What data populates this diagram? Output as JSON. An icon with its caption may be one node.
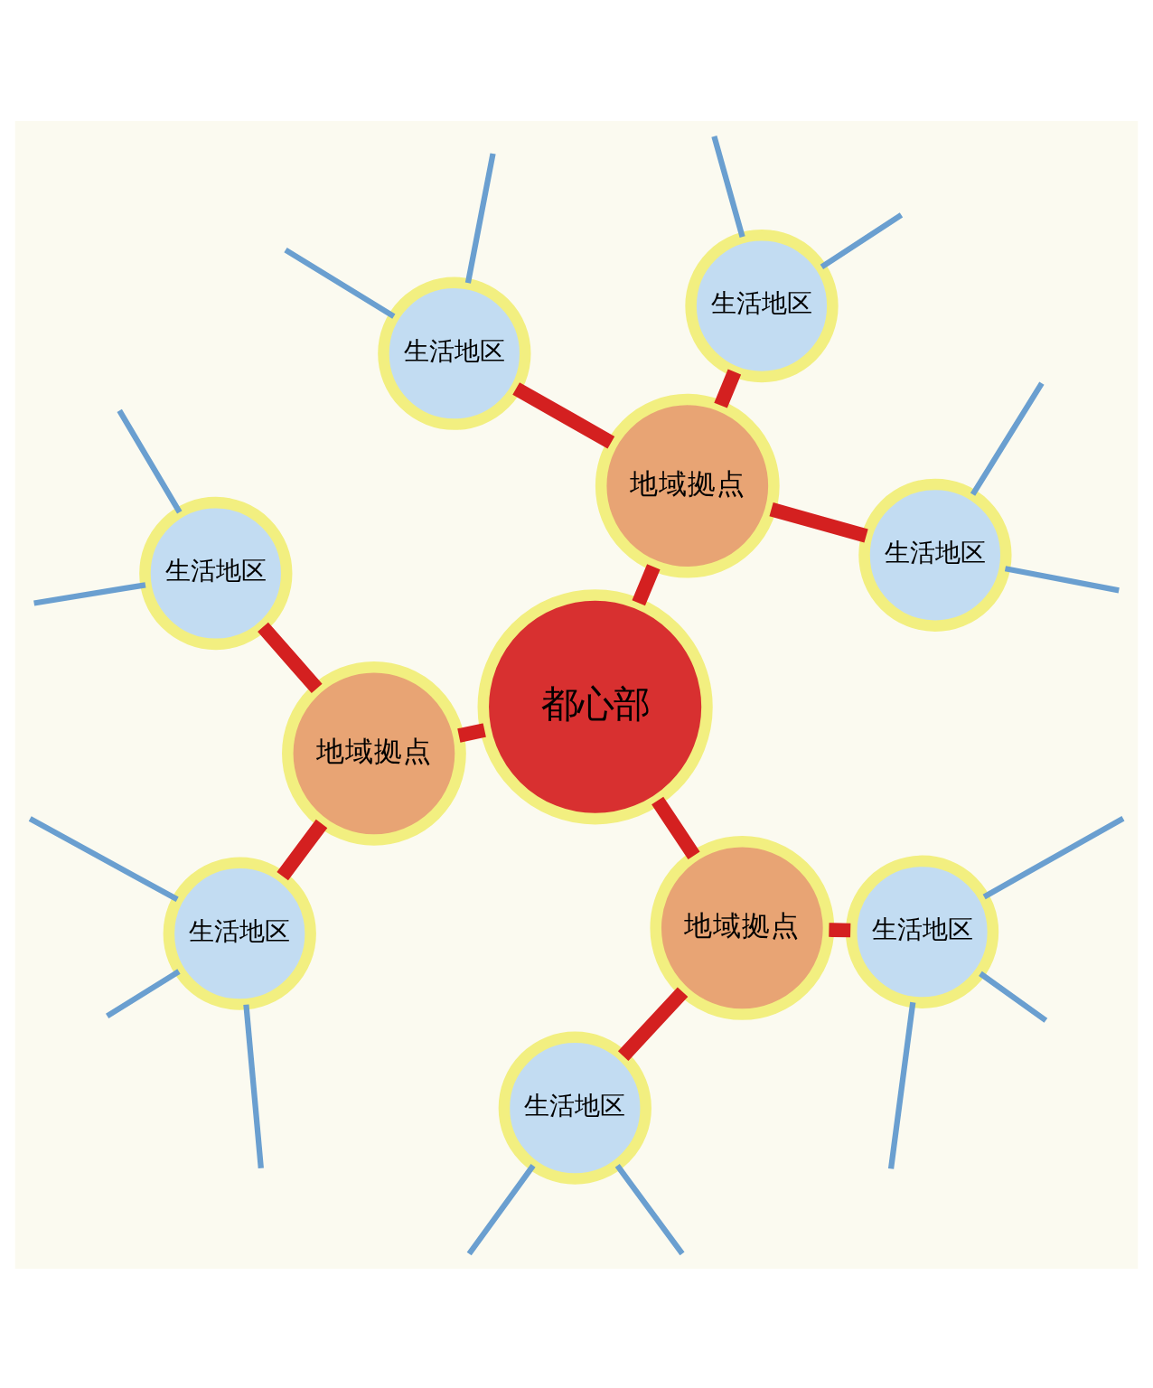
{
  "diagram": {
    "nodes": [
      {
        "text": [
          "生活地区"
        ]
      },
      {
        "text": [
          "生活地区"
        ]
      },
      {
        "text": [
          "生活地区"
        ]
      },
      {
        "text": [
          "地域拠点"
        ]
      },
      {
        "text": [
          "生活地区"
        ]
      },
      {
        "text": [
          "地域拠点"
        ]
      },
      {
        "text": [
          "都心部"
        ]
      },
      {
        "text": [
          "生活地区"
        ]
      },
      {
        "text": [
          "地域拠点"
        ]
      },
      {
        "text": [
          "生活地区"
        ]
      },
      {
        "text": [
          "生活地区"
        ]
      }
    ],
    "edges": [
      {
        "from": 3,
        "to": 0,
        "arrow": "none",
        "style": "thick",
        "color": "#d42020"
      },
      {
        "from": 3,
        "to": 1,
        "arrow": "none",
        "style": "thick",
        "color": "#d42020"
      },
      {
        "from": 3,
        "to": 2,
        "arrow": "none",
        "style": "thick",
        "color": "#d42020"
      },
      {
        "from": 6,
        "to": 3,
        "arrow": "none",
        "style": "thick",
        "color": "#d42020"
      },
      {
        "from": 6,
        "to": 5,
        "arrow": "none",
        "style": "thick",
        "color": "#d42020"
      },
      {
        "from": 5,
        "to": 4,
        "arrow": "none",
        "style": "thick",
        "color": "#d42020"
      },
      {
        "from": 5,
        "to": 7,
        "arrow": "none",
        "style": "thick",
        "color": "#d42020"
      },
      {
        "from": 6,
        "to": 8,
        "arrow": "none",
        "style": "thick",
        "color": "#d42020"
      },
      {
        "from": 8,
        "to": 9,
        "arrow": "none",
        "style": "thick",
        "color": "#d42020"
      },
      {
        "from": 8,
        "to": 10,
        "arrow": "none",
        "style": "thick",
        "color": "#d42020"
      },
      {
        "from": 0,
        "to": null,
        "arrow": "none"
      },
      {
        "from": 0,
        "to": null,
        "arrow": "none"
      },
      {
        "from": 1,
        "to": null,
        "arrow": "none"
      },
      {
        "from": 1,
        "to": null,
        "arrow": "none"
      },
      {
        "from": 2,
        "to": null,
        "arrow": "none"
      },
      {
        "from": 2,
        "to": null,
        "arrow": "none"
      },
      {
        "from": 4,
        "to": null,
        "arrow": "none"
      },
      {
        "from": 4,
        "to": null,
        "arrow": "none"
      },
      {
        "from": 7,
        "to": null,
        "arrow": "none"
      },
      {
        "from": 7,
        "to": null,
        "arrow": "none"
      },
      {
        "from": 7,
        "to": null,
        "arrow": "none"
      },
      {
        "from": 9,
        "to": null,
        "arrow": "none"
      },
      {
        "from": 9,
        "to": null,
        "arrow": "none"
      },
      {
        "from": 10,
        "to": null,
        "arrow": "none"
      },
      {
        "from": 10,
        "to": null,
        "arrow": "none"
      },
      {
        "from": 10,
        "to": null,
        "arrow": "none"
      }
    ]
  }
}
